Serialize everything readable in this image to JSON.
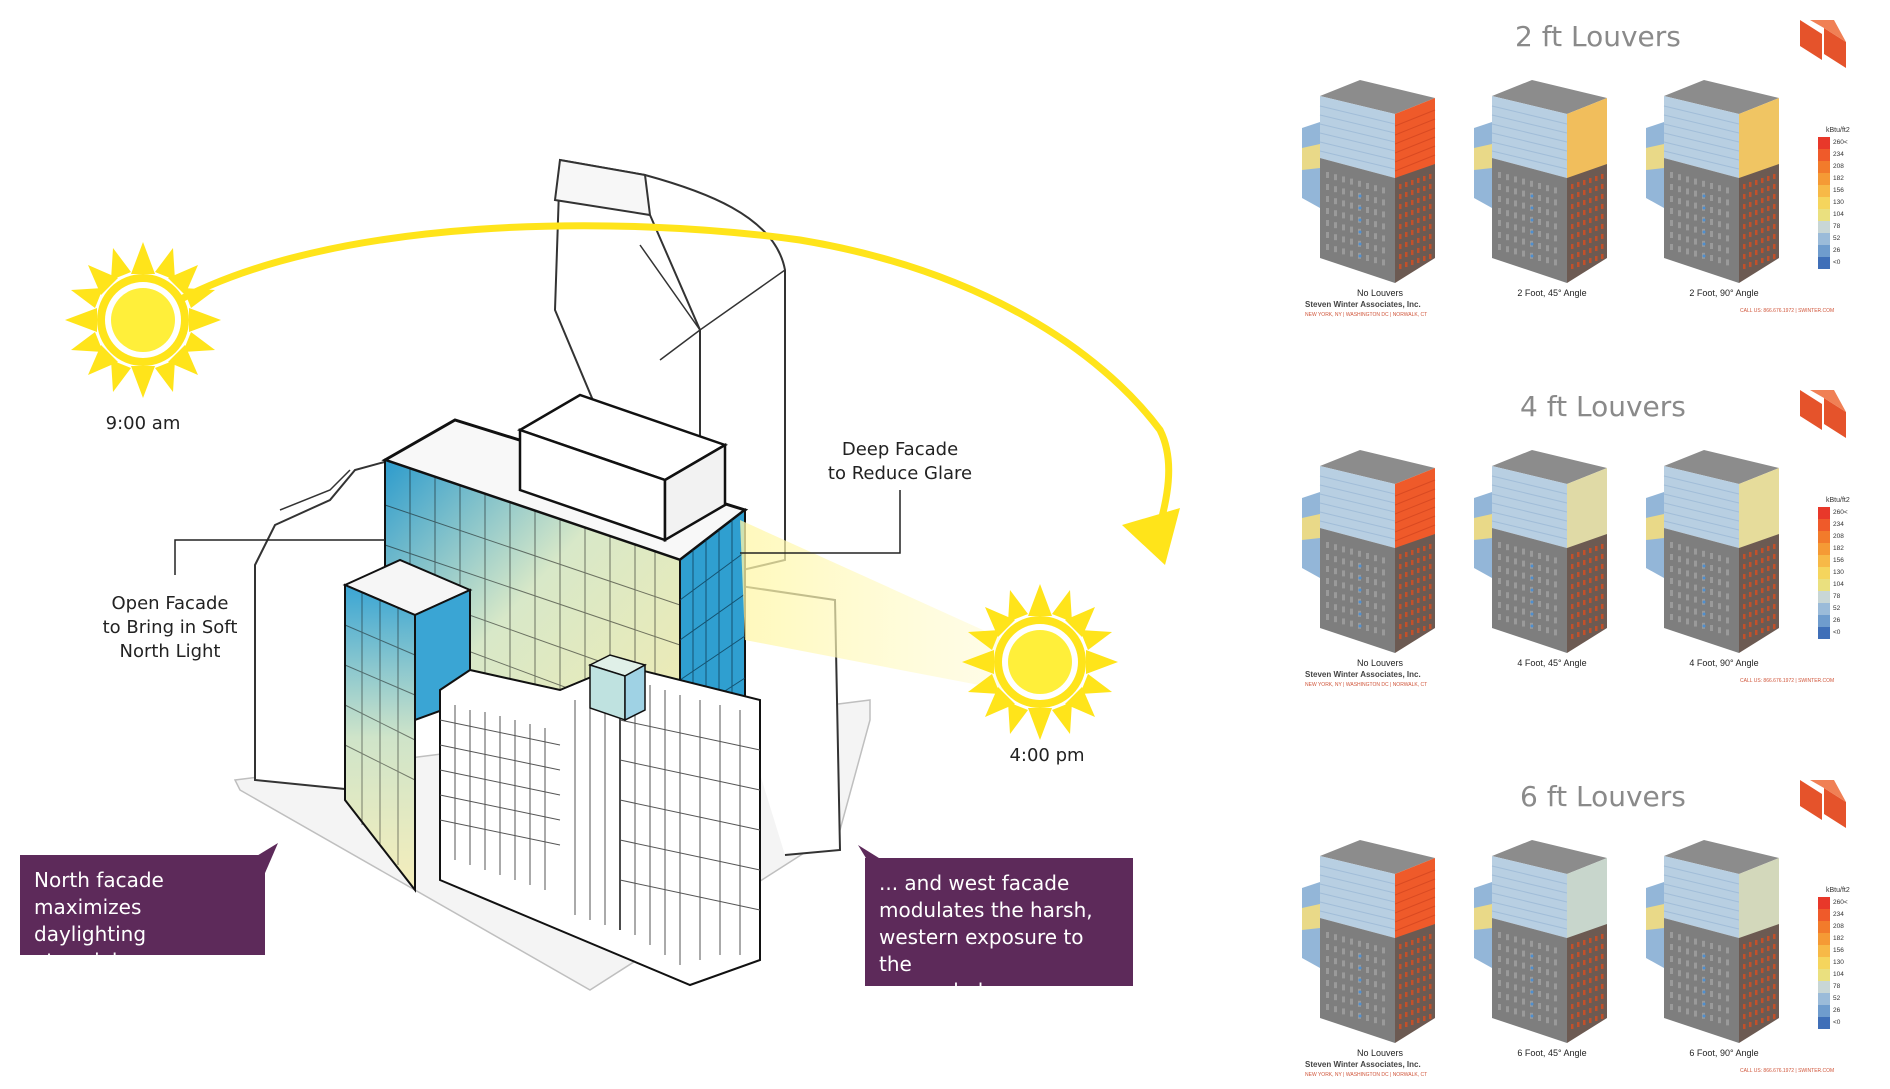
{
  "diagram": {
    "time_morning": "9:00 am",
    "time_afternoon": "4:00 pm",
    "label_deep_facade": [
      "Deep Facade",
      "to Reduce Glare"
    ],
    "label_open_facade": [
      "Open Facade",
      "to Bring in Soft",
      "North Light"
    ],
    "callout_north": [
      "North facade",
      "maximizes daylighting",
      "at social spaces ..."
    ],
    "callout_west": [
      "...  and west facade",
      "modulates the harsh,",
      "western exposure to the",
      "sun and glare."
    ]
  },
  "colors": {
    "sun": "#ffe41a",
    "sun_core": "#ffef3a",
    "callout_bg": "#5d2a5a",
    "glass_blue": "#2f9fd0",
    "logo": "#e5532b"
  },
  "panels": [
    {
      "title": "2 ft Louvers",
      "captions": [
        "No Louvers",
        "2 Foot, 45° Angle",
        "2 Foot, 90° Angle"
      ],
      "credit": "Steven Winter Associates, Inc.",
      "sub_credit": "NEW YORK, NY | WASHINGTON DC | NORWALK, CT",
      "contact": "CALL US: 866.676.1972 | SWINTER.COM",
      "facade_levels": [
        1.0,
        0.55,
        0.5
      ]
    },
    {
      "title": "4 ft Louvers",
      "captions": [
        "No Louvers",
        "4 Foot, 45° Angle",
        "4 Foot, 90° Angle"
      ],
      "credit": "Steven Winter Associates, Inc.",
      "sub_credit": "NEW YORK, NY | WASHINGTON DC | NORWALK, CT",
      "contact": "CALL US: 866.676.1972 | SWINTER.COM",
      "facade_levels": [
        1.0,
        0.3,
        0.35
      ]
    },
    {
      "title": "6 ft Louvers",
      "captions": [
        "No Louvers",
        "6 Foot, 45° Angle",
        "6 Foot, 90° Angle"
      ],
      "credit": "Steven Winter Associates, Inc.",
      "sub_credit": "NEW YORK, NY | WASHINGTON DC | NORWALK, CT",
      "contact": "CALL US: 866.676.1972 | SWINTER.COM",
      "facade_levels": [
        1.0,
        0.12,
        0.2
      ]
    }
  ],
  "legend": {
    "unit": "kBtu/ft2",
    "ticks": [
      "260<",
      "234",
      "208",
      "182",
      "156",
      "130",
      "104",
      "78",
      "52",
      "26",
      "<0"
    ],
    "colors": [
      "#e8382a",
      "#ef5a2a",
      "#f27b2b",
      "#f59a35",
      "#f7b947",
      "#f5d55d",
      "#eae07f",
      "#c8d6d6",
      "#9bbbd9",
      "#6f9ccd",
      "#3f6fb8"
    ]
  }
}
